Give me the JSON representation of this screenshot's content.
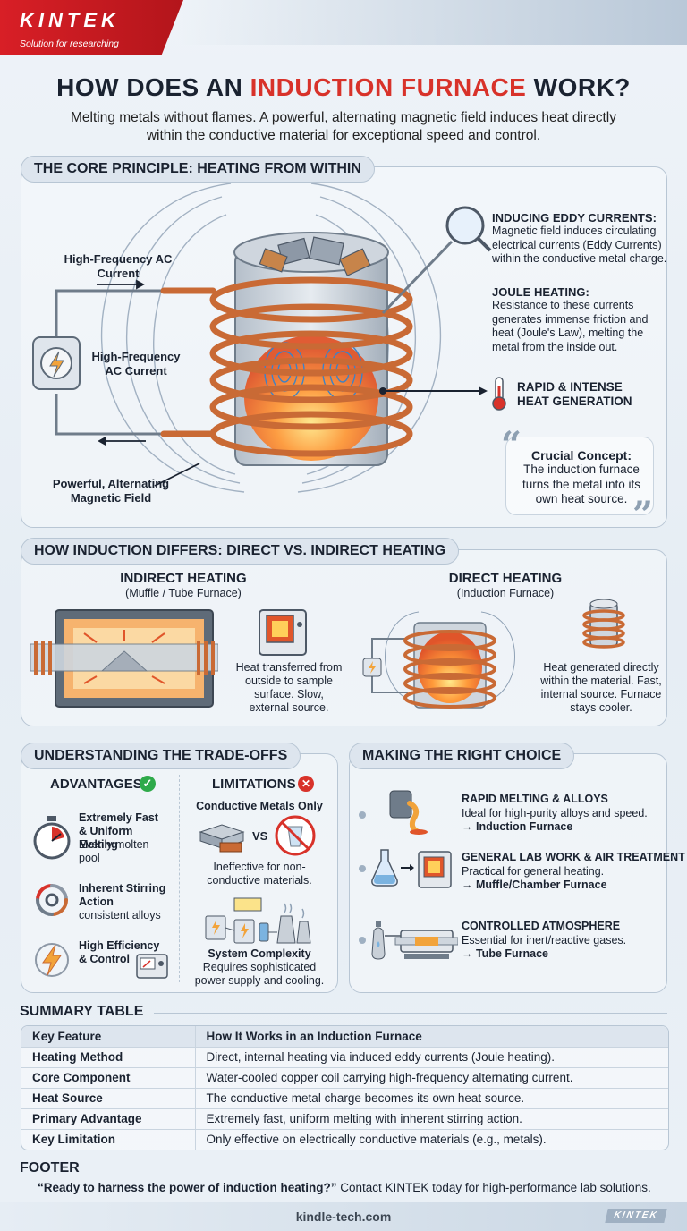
{
  "brand": {
    "name": "KINTEK",
    "tagline": "Solution for researching",
    "footer_logo": "KINTEK"
  },
  "header": {
    "title_pre": "HOW DOES AN ",
    "title_highlight": "INDUCTION FURNACE",
    "title_post": " WORK?",
    "subtitle": "Melting metals without flames. A powerful, alternating magnetic field induces heat directly within the conductive material for exceptional speed and control."
  },
  "core": {
    "heading": "THE CORE PRINCIPLE: HEATING FROM WITHIN",
    "label_ac_top": "High-Frequency AC Current",
    "label_ac_mid": "High-Frequency AC Current",
    "label_field": "Powerful, Alternating Magnetic Field",
    "eddy_title": "INDUCING EDDY CURRENTS:",
    "eddy_text": "Magnetic field induces circulating electrical currents (Eddy Currents) within the conductive metal charge.",
    "joule_title": "JOULE HEATING:",
    "joule_text": "Resistance to these currents generates immense friction and heat (Joule's Law), melting the metal from the inside out.",
    "rapid_label": "RAPID & INTENSE HEAT GENERATION",
    "concept_title": "Crucial Concept:",
    "concept_text": "The induction furnace turns the metal into its own heat source."
  },
  "differs": {
    "heading": "HOW INDUCTION DIFFERS: DIRECT VS. INDIRECT HEATING",
    "indirect_title": "INDIRECT HEATING",
    "indirect_sub": "(Muffle / Tube Furnace)",
    "indirect_text": "Heat transferred from outside to sample surface. Slow, external source.",
    "direct_title": "DIRECT HEATING",
    "direct_sub": "(Induction Furnace)",
    "direct_text": "Heat generated directly within the material. Fast, internal source. Furnace stays cooler."
  },
  "tradeoffs": {
    "heading": "UNDERSTANDING THE TRADE-OFFS",
    "adv_title": "ADVANTAGES",
    "adv_items": [
      {
        "title": "Extremely Fast & Uniform Melting",
        "text": "Evenly molten pool"
      },
      {
        "title": "Inherent Stirring Action",
        "text": "consistent alloys"
      },
      {
        "title": "High Efficiency & Control",
        "text": ""
      }
    ],
    "lim_title": "LIMITATIONS",
    "lim1_title": "Conductive Metals Only",
    "lim1_vs": "VS",
    "lim1_text": "Ineffective for non-conductive materials.",
    "lim2_title": "System Complexity",
    "lim2_text": "Requires sophisticated power supply and cooling."
  },
  "choice": {
    "heading": "MAKING THE RIGHT CHOICE",
    "items": [
      {
        "title": "RAPID MELTING & ALLOYS",
        "text": "Ideal for high-purity alloys and speed.",
        "result": "→ Induction Furnace"
      },
      {
        "title": "GENERAL LAB WORK & AIR TREATMENT",
        "text": "Practical for general heating.",
        "result": "→ Muffle/Chamber Furnace"
      },
      {
        "title": "CONTROLLED ATMOSPHERE",
        "text": "Essential for inert/reactive gases.",
        "result": "→ Tube Furnace"
      }
    ]
  },
  "summary": {
    "heading": "SUMMARY TABLE",
    "col1": "Key Feature",
    "col2": "How It Works in an Induction Furnace",
    "rows": [
      {
        "feature": "Heating Method",
        "desc": "Direct, internal heating via induced eddy currents (Joule heating)."
      },
      {
        "feature": "Core Component",
        "desc": "Water-cooled copper coil carrying high-frequency alternating current."
      },
      {
        "feature": "Heat Source",
        "desc": "The conductive metal charge becomes its own heat source."
      },
      {
        "feature": "Primary Advantage",
        "desc": "Extremely fast, uniform melting with inherent stirring action."
      },
      {
        "feature": "Key Limitation",
        "desc": "Only effective on electrically conductive materials (e.g., metals)."
      }
    ]
  },
  "footer": {
    "heading": "FOOTER",
    "cta_bold": "“Ready to harness the power of induction heating?”",
    "cta_rest": " Contact KINTEK today for high-performance lab solutions.",
    "url": "kindle-tech.com"
  },
  "colors": {
    "accent": "#d8322a",
    "copper": "#c96a35",
    "panel_border": "#b8c6d4",
    "check": "#2eaa4a"
  }
}
